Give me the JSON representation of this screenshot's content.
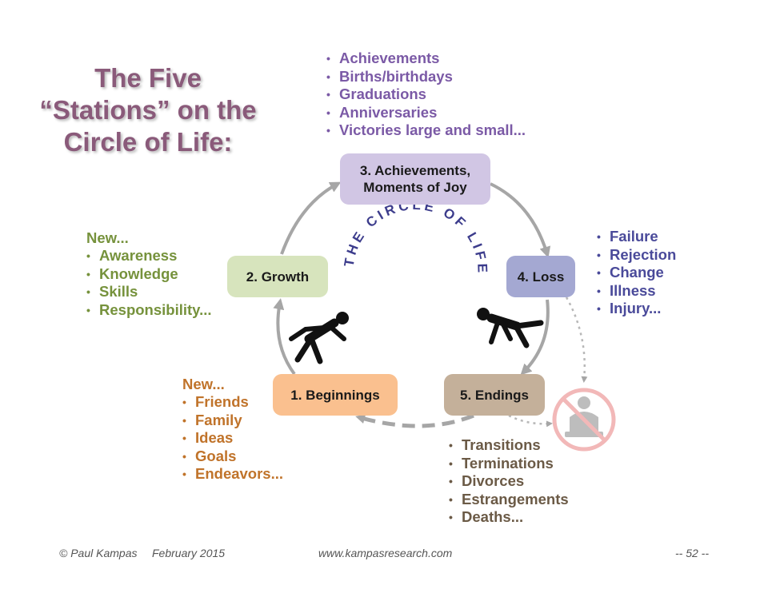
{
  "title_lines": [
    "The Five",
    "“Stations” on the",
    "Circle of Life:"
  ],
  "center_label": "THE CIRCLE OF LIFE",
  "stations": {
    "achievements": "3. Achievements,\nMoments of Joy",
    "growth": "2. Growth",
    "loss": "4. Loss",
    "beginnings": "1. Beginnings",
    "endings": "5. Endings"
  },
  "lists": {
    "achievements": [
      "Achievements",
      "Births/birthdays",
      "Graduations",
      "Anniversaries",
      "Victories large and small..."
    ],
    "growth_heading": "New...",
    "growth": [
      "Awareness",
      "Knowledge",
      "Skills",
      "Responsibility..."
    ],
    "loss": [
      "Failure",
      "Rejection",
      "Change",
      "Illness",
      "Injury..."
    ],
    "beginnings_heading": "New...",
    "beginnings": [
      "Friends",
      "Family",
      "Ideas",
      "Goals",
      "Endeavors..."
    ],
    "endings": [
      "Transitions",
      "Terminations",
      "Divorces",
      "Estrangements",
      "Deaths..."
    ]
  },
  "colors": {
    "title": "#8a5a7a",
    "achievements": "#7b5aa6",
    "growth": "#76923c",
    "loss": "#4a4a9a",
    "beginnings": "#c0732a",
    "endings": "#6b5a46",
    "arc_label": "#3c3c8c"
  },
  "icons": [
    "falling-person-icon",
    "tripping-person-icon",
    "no-grieving-person-icon"
  ],
  "footer": {
    "copyright": "© Paul Kampas",
    "date": "February 2015",
    "website": "www.kampasresearch.com",
    "page": "--  52  --"
  }
}
